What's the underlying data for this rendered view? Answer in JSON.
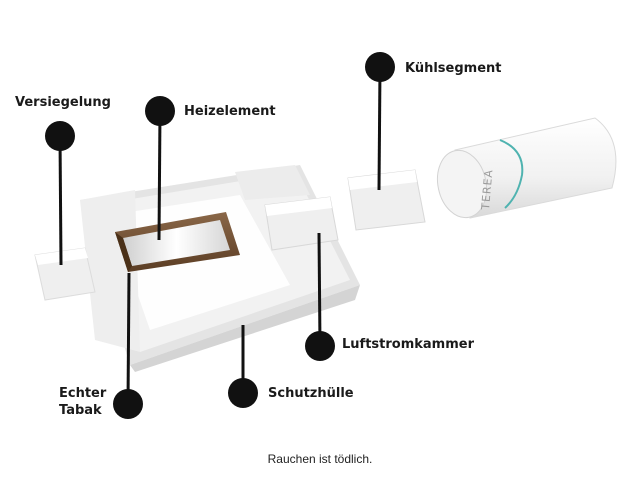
{
  "diagram": {
    "components": [
      {
        "id": "versiegelung",
        "label": "Versiegelung"
      },
      {
        "id": "heizelement",
        "label": "Heizelement"
      },
      {
        "id": "kuehlsegment",
        "label": "Kühlsegment"
      },
      {
        "id": "luftstromkammer",
        "label": "Luftstromkammer"
      },
      {
        "id": "schutzhuelle",
        "label": "Schutzhülle"
      },
      {
        "id": "echter-tabak",
        "label": "Echter\nTabak"
      }
    ],
    "brand_mark": "TEREA"
  },
  "footer": {
    "warning": "Rauchen ist tödlich."
  }
}
